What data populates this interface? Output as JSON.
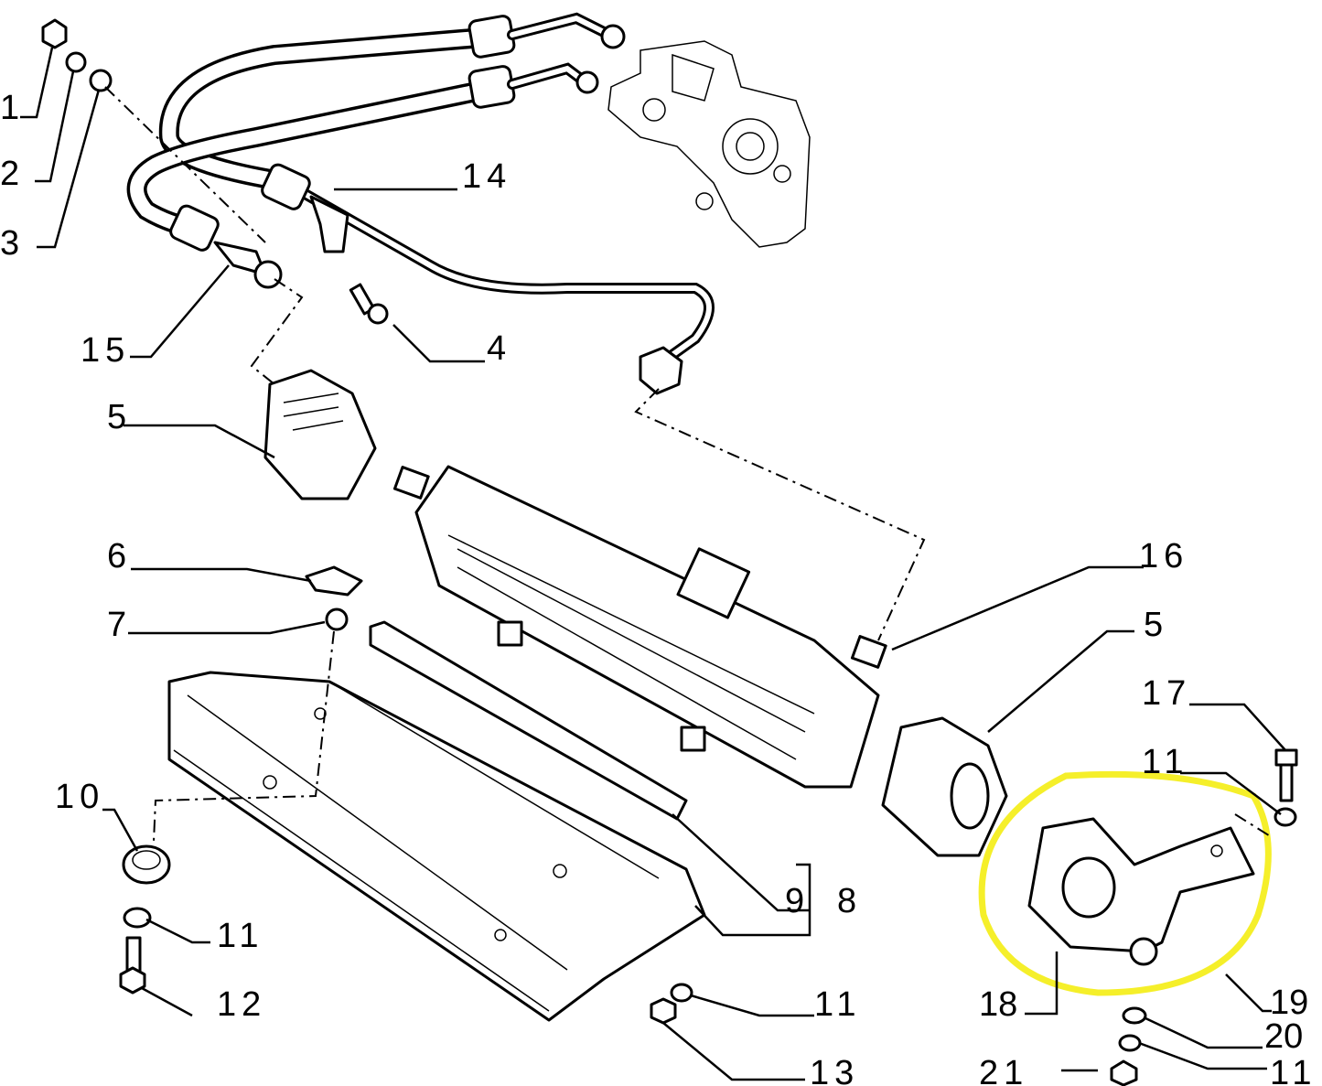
{
  "diagram": {
    "highlight_color": "#f5ef2a",
    "labels": {
      "l1": "1",
      "l2": "2",
      "l3": "3",
      "l4": "4",
      "l5a": "5",
      "l5b": "5",
      "l6": "6",
      "l7": "7",
      "l8": "8",
      "l9": "9",
      "l10": "10",
      "l11a": "11",
      "l11b": "11",
      "l11c": "11",
      "l11d": "11",
      "l12": "12",
      "l13": "13",
      "l14": "14",
      "l15": "15",
      "l16": "16",
      "l17": "17",
      "l18": "18",
      "l19": "19",
      "l20": "20",
      "l21": "21"
    }
  }
}
